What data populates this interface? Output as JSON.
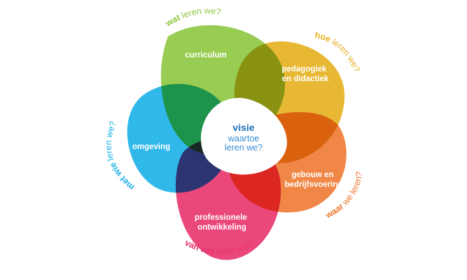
{
  "center": {
    "title": "visie",
    "subtitle_line1": "waartoe",
    "subtitle_line2": "leren we?",
    "title_color": "#1d70b8",
    "subtitle_color": "#3a8fd6"
  },
  "petals": [
    {
      "key": "curriculum",
      "label_lines": [
        "curriculum"
      ],
      "color": "#8dc63f",
      "question_strong": "wat",
      "question_rest": " leren we?"
    },
    {
      "key": "pedagogiek",
      "label_lines": [
        "pedagogiek",
        "en didactiek"
      ],
      "color": "#e6b01e",
      "question_strong": "hoe",
      "question_rest": " leren we?"
    },
    {
      "key": "gebouw",
      "label_lines": [
        "gebouw en",
        "bedrijfsvoering"
      ],
      "color": "#ee7a32",
      "question_strong": "waar",
      "question_rest": " we leren?"
    },
    {
      "key": "professionele",
      "label_lines": [
        "professionele",
        "ontwikkeling"
      ],
      "color": "#e8336d",
      "question_strong": "van wie",
      "question_rest": " leren we?"
    },
    {
      "key": "omgeving",
      "label_lines": [
        "omgeving"
      ],
      "color": "#1ab0e8",
      "question_strong": "met wie",
      "question_rest": " leren we?"
    }
  ]
}
